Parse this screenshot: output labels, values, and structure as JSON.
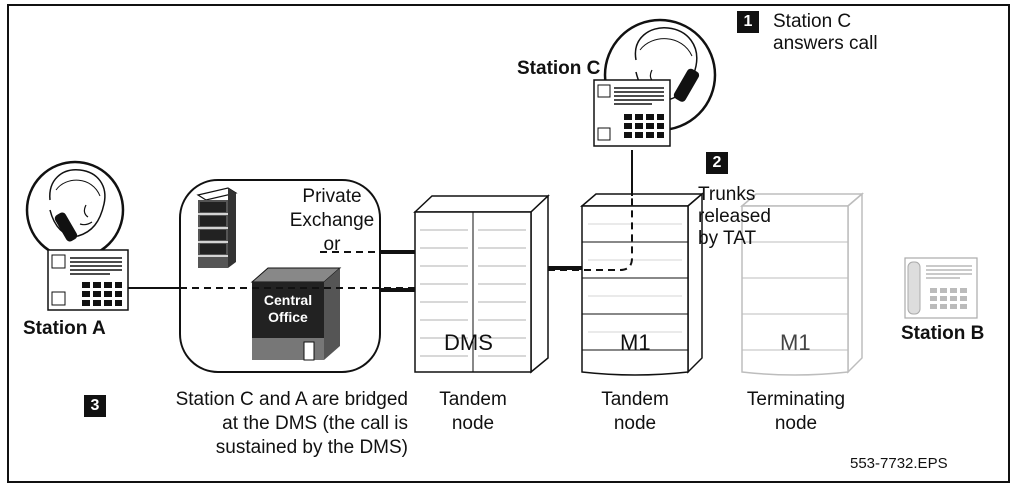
{
  "stations": {
    "a": "Station A",
    "b": "Station B",
    "c": "Station C"
  },
  "steps": [
    {
      "number": "1",
      "text_lines": [
        "Station C",
        "answers call"
      ]
    },
    {
      "number": "2",
      "text_lines": [
        "Trunks",
        "released",
        "by TAT"
      ]
    },
    {
      "number": "3",
      "text_lines": [
        "Station C and A are bridged",
        "at the DMS (the call is",
        "sustained by the DMS)"
      ]
    }
  ],
  "exchange": {
    "lines": [
      "Private",
      "Exchange",
      "or"
    ],
    "central_office_lines": [
      "Central",
      "Office"
    ]
  },
  "nodes": [
    {
      "mark": "DMS",
      "caption_lines": [
        "Tandem",
        "node"
      ]
    },
    {
      "mark": "M1",
      "caption_lines": [
        "Tandem",
        "node"
      ]
    },
    {
      "mark": "M1",
      "caption_lines": [
        "Terminating",
        "node"
      ]
    }
  ],
  "figure_id": "553-7732.EPS",
  "colors": {
    "line": "#111111",
    "faded": "#bdbdbd",
    "badge": "#111111"
  }
}
